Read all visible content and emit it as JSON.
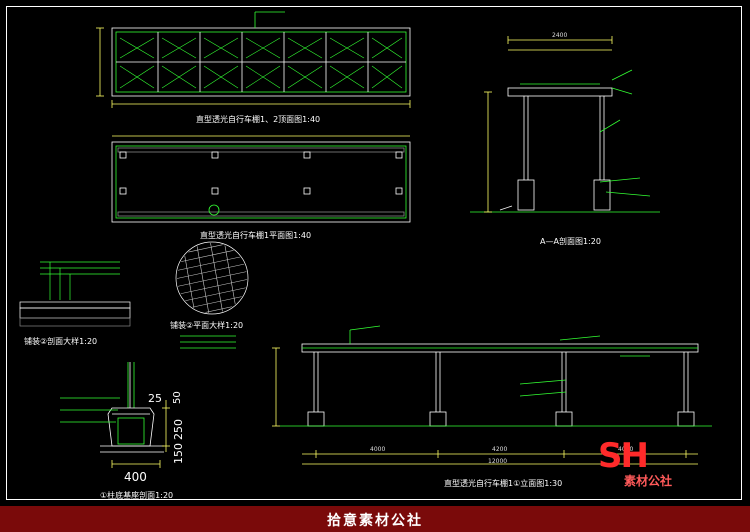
{
  "titles": {
    "roof_plan": "直型透光自行车棚1、2顶面图1:40",
    "floor_plan": "直型透光自行车棚1平面图1:40",
    "section_aa": "A—A剖面图1:20",
    "elevation": "直型透光自行车棚1①立面图1:30",
    "footing": "①柱底基座剖面1:20",
    "paving_plan": "铺装②平面大样1:20",
    "paving_section": "铺装②剖面大样1:20"
  },
  "dimensions": {
    "section_width": "2400",
    "elev_span_1": "4000",
    "elev_span_2": "4200",
    "elev_span_3": "4000",
    "elev_total": "12000",
    "footing_width": "400",
    "footing_top": "25",
    "footing_upper": "50",
    "footing_mid": "250",
    "footing_base": "150"
  },
  "watermark": {
    "logo": "SH",
    "logo_sub": "素材公社",
    "banner": "拾意素材公社"
  },
  "colors": {
    "background": "#000000",
    "line": "#ffffff",
    "annotation": "#33ff33",
    "dimension": "#ffff66",
    "footer": "#7a0a0a",
    "logo": "#ff2a2a"
  }
}
